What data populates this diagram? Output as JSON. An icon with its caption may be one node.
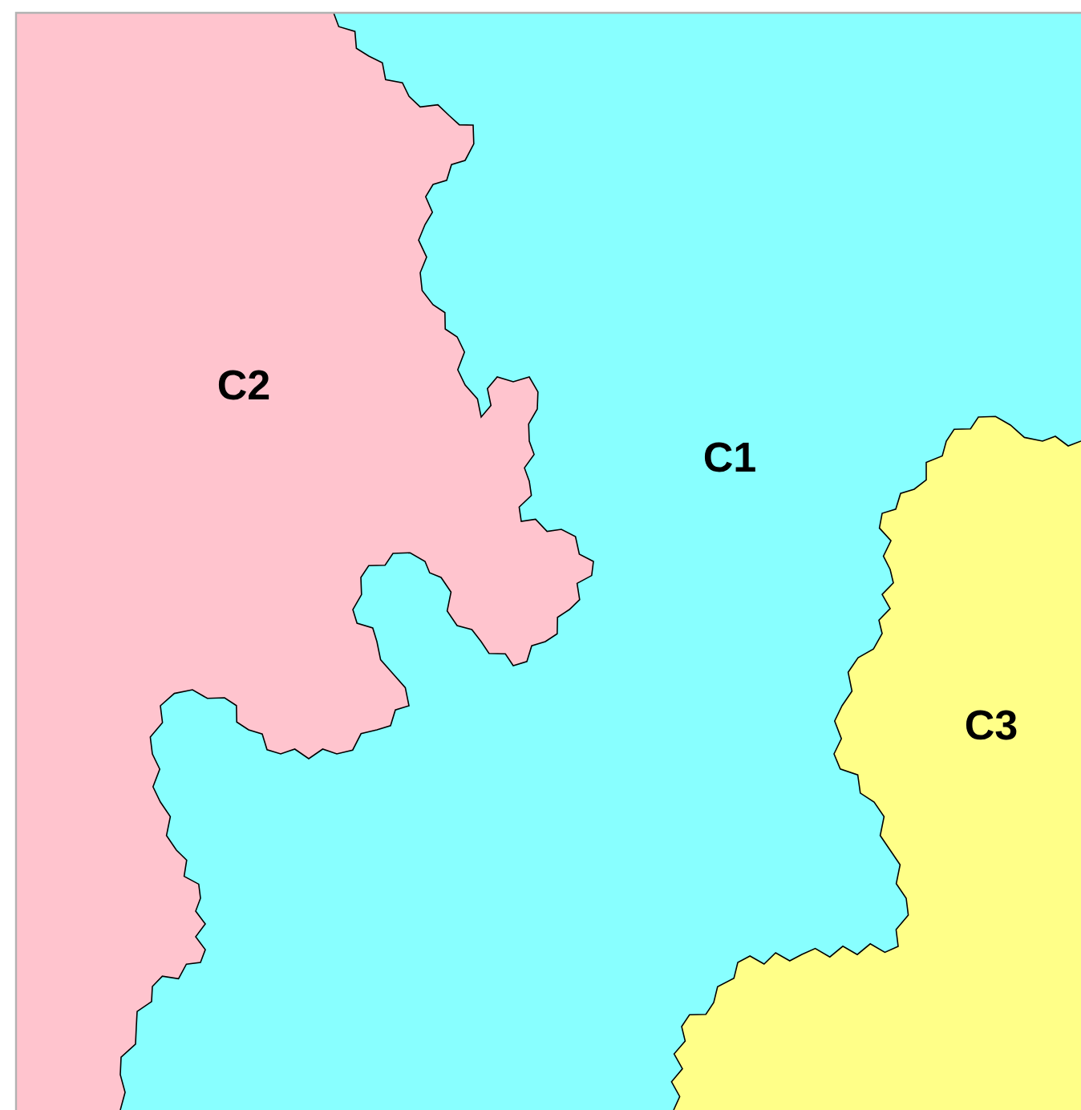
{
  "diagram": {
    "nodes": [
      {
        "text": [
          "C2"
        ]
      },
      {
        "text": [
          "C1"
        ]
      },
      {
        "text": [
          "C3"
        ]
      }
    ]
  }
}
